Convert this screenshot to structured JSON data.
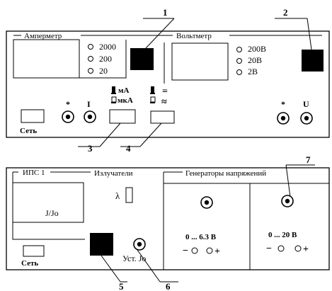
{
  "callouts": [
    "1",
    "2",
    "3",
    "4",
    "5",
    "6",
    "7"
  ],
  "top_panel": {
    "ammeter": {
      "title": "Амперметр",
      "ranges": [
        "2000",
        "200",
        "20"
      ]
    },
    "voltmeter": {
      "title": "Вольтметр",
      "ranges": [
        "200В",
        "20В",
        "2В"
      ]
    },
    "current_switch": {
      "upper": "мА",
      "lower": "мкА"
    },
    "mode_switch": {
      "upper": "=",
      "lower": "≈"
    },
    "power_label": "Сеть",
    "ammeter_jacks": {
      "common": "*",
      "input": "I"
    },
    "voltmeter_jacks": {
      "common": "*",
      "input": "U"
    }
  },
  "bottom_panel": {
    "ips": {
      "title": "ИПС 1",
      "display_label": "J/Jo"
    },
    "emitters": {
      "title": "Излучатели",
      "symbol": "λ"
    },
    "generators": {
      "title": "Генераторы напряжений",
      "channels": [
        {
          "range": "0 ... 6.3 В",
          "minus": "−",
          "plus": "+"
        },
        {
          "range": "0 ... 20 В",
          "minus": "−",
          "plus": "+"
        }
      ]
    },
    "knob_label": "Уст. Jo",
    "power_label": "Сеть"
  }
}
